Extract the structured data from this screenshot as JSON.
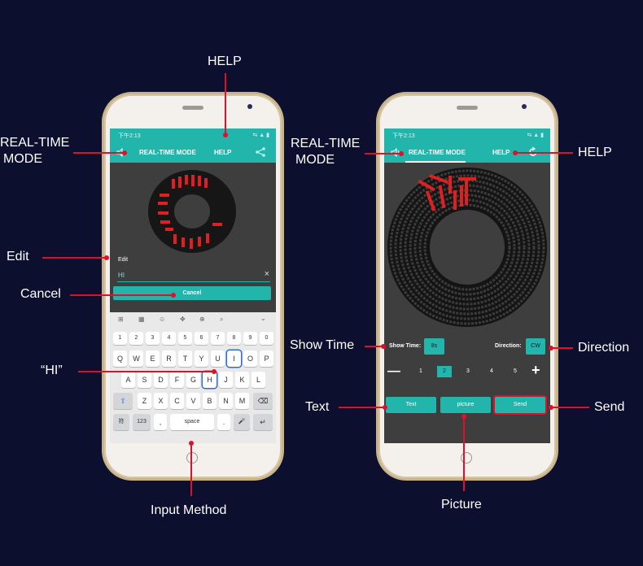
{
  "callouts": {
    "help_left": "HELP",
    "realtime_left_1": "REAL-TIME",
    "realtime_left_2": "MODE",
    "edit": "Edit",
    "cancel": "Cancel",
    "hi": "“HI”",
    "input_method": "Input Method",
    "realtime_right_1": "REAL-TIME",
    "realtime_right_2": "MODE",
    "help_right": "HELP",
    "show_time": "Show Time",
    "direction": "Direction",
    "text": "Text",
    "send": "Send",
    "picture": "Picture"
  },
  "left_phone": {
    "status_time": "下午2:13",
    "status_icons": "⇆ ▲ ▮",
    "tab_realtime": "REAL-TIME MODE",
    "tab_help": "HELP",
    "edit_label": "Edit",
    "input_value": "HI",
    "clear_icon": "×",
    "cancel_btn": "Cancel",
    "toolbar": [
      "⊞",
      "▦",
      "☺",
      "✥",
      "⊕",
      "⌕",
      "⌄"
    ],
    "row_num": [
      "1",
      "2",
      "3",
      "4",
      "5",
      "6",
      "7",
      "8",
      "9",
      "0"
    ],
    "row1": [
      "Q",
      "W",
      "E",
      "R",
      "T",
      "Y",
      "U",
      "I",
      "O",
      "P"
    ],
    "row2": [
      "A",
      "S",
      "D",
      "F",
      "G",
      "H",
      "J",
      "K",
      "L"
    ],
    "row3": [
      "Z",
      "X",
      "C",
      "V",
      "B",
      "N",
      "M"
    ],
    "shift_key": "⇧",
    "backspace_key": "⌫",
    "key_sym": "符",
    "key_123": "123",
    "key_comma": ",",
    "key_space": "space",
    "key_period": ".",
    "key_mic": "🎤",
    "key_enter": "↵"
  },
  "right_phone": {
    "status_time": "下午2:13",
    "status_icons": "⇆ ▲ ▮",
    "tab_realtime": "REAL-TIME MODE",
    "tab_help": "HELP",
    "show_time_label": "Show Time:",
    "show_time_value": "8s",
    "direction_label": "Direction:",
    "direction_value": "CW",
    "minus": "—",
    "plus": "+",
    "pages": [
      "1",
      "2",
      "3",
      "4",
      "5"
    ],
    "btn_text": "Text",
    "btn_picture": "picture",
    "btn_send": "Send"
  },
  "colors": {
    "accent": "#21b5ac",
    "callout_line": "#e0102a",
    "background": "#0c0f2e",
    "led": "#e02020"
  },
  "selected_page": "2"
}
